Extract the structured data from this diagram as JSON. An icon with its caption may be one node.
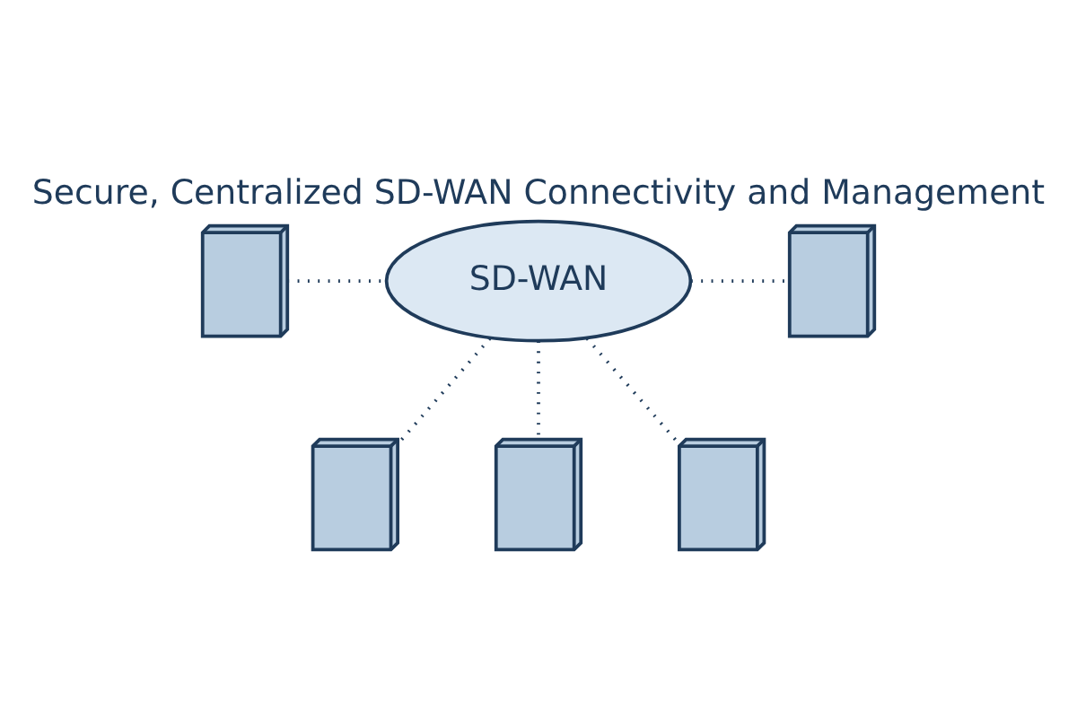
{
  "diagram": {
    "title": "Secure, Centralized SD-WAN Connectivity and Management",
    "nodes": [
      {
        "text": [],
        "shape": "building"
      },
      {
        "text": [
          "SD-WAN"
        ]
      },
      {
        "text": [],
        "shape": "building"
      },
      {
        "text": [],
        "shape": "building"
      },
      {
        "text": [],
        "shape": "building"
      },
      {
        "text": [],
        "shape": "building"
      }
    ],
    "edges": [
      {
        "from": 0,
        "to": 1,
        "arrow": "none",
        "style": "dashed"
      },
      {
        "from": 1,
        "to": 2,
        "arrow": "none",
        "style": "dashed"
      },
      {
        "from": 1,
        "to": 3,
        "arrow": "none",
        "style": "dashed"
      },
      {
        "from": 1,
        "to": 4,
        "arrow": "none",
        "style": "dashed"
      },
      {
        "from": 1,
        "to": 5,
        "arrow": "none",
        "style": "dashed"
      }
    ]
  }
}
